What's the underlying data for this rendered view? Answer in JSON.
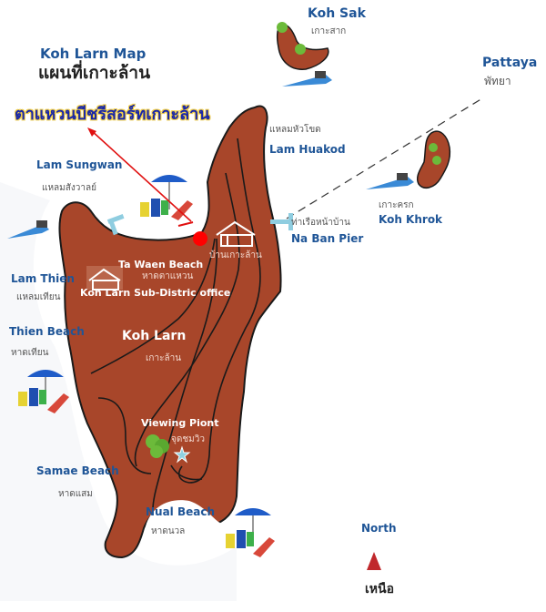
{
  "title": {
    "en": "Koh Larn Map",
    "th": "แผนที่เกาะล้าน"
  },
  "highlight": {
    "label": "ตาแหวนบีชรีสอร์ทเกาะล้าน",
    "marker_color": "#ff0000"
  },
  "colors": {
    "island": "#a8462a",
    "outline": "#1a1a1a",
    "label_blue": "#1f5597",
    "arrow_red": "#e01010",
    "north_arrow": "#c0282c"
  },
  "places": {
    "koh_sak": {
      "en": "Koh Sak",
      "th": "เกาะสาก"
    },
    "pattaya": {
      "en": "Pattaya",
      "th": "พัทยา"
    },
    "lam_huakod": {
      "en": "Lam Huakod",
      "th": "แหลมหัวโขด"
    },
    "lam_sungwan": {
      "en": "Lam Sungwan",
      "th": "แหลมสังวาลย์"
    },
    "koh_khrok": {
      "en": "Koh Khrok",
      "th": "เกาะครก"
    },
    "na_ban_pier": {
      "en": "Na Ban Pier",
      "th": "ท่าเรือหน้าบ้าน"
    },
    "ban_koh_larn": {
      "th": "บ้านเกาะล้าน"
    },
    "ta_waen_beach": {
      "en": "Ta Waen Beach",
      "th": "หาดตาแหวน"
    },
    "sub_district_office": {
      "en": "Koh Larn Sub-Distric office"
    },
    "lam_thien": {
      "en": "Lam Thien",
      "th": "แหลมเทียน"
    },
    "thien_beach": {
      "en": "Thien Beach",
      "th": "หาดเทียน"
    },
    "koh_larn": {
      "en": "Koh Larn",
      "th": "เกาะล้าน"
    },
    "viewing_point": {
      "en": "Viewing Piont",
      "th": "จุดชมวิว"
    },
    "samae_beach": {
      "en": "Samae Beach",
      "th": "หาดแสม"
    },
    "nual_beach": {
      "en": "Nual Beach",
      "th": "หาดนวล"
    }
  },
  "north": {
    "en": "North",
    "th": "เหนือ"
  }
}
